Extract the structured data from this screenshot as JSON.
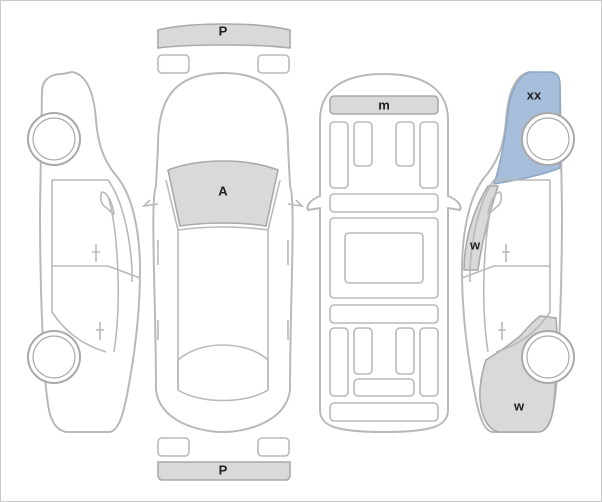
{
  "labels": {
    "front_bumper": "P",
    "rear_bumper": "P",
    "windshield": "A",
    "roof": "m",
    "right_rear_fender": "xx",
    "right_rocker": "w",
    "right_front_fender": "w"
  },
  "colors": {
    "outline": "#b9b9b9",
    "marked_grey": "#d9d9d9",
    "marked_blue": "#a7bedb",
    "background": "#ffffff"
  }
}
